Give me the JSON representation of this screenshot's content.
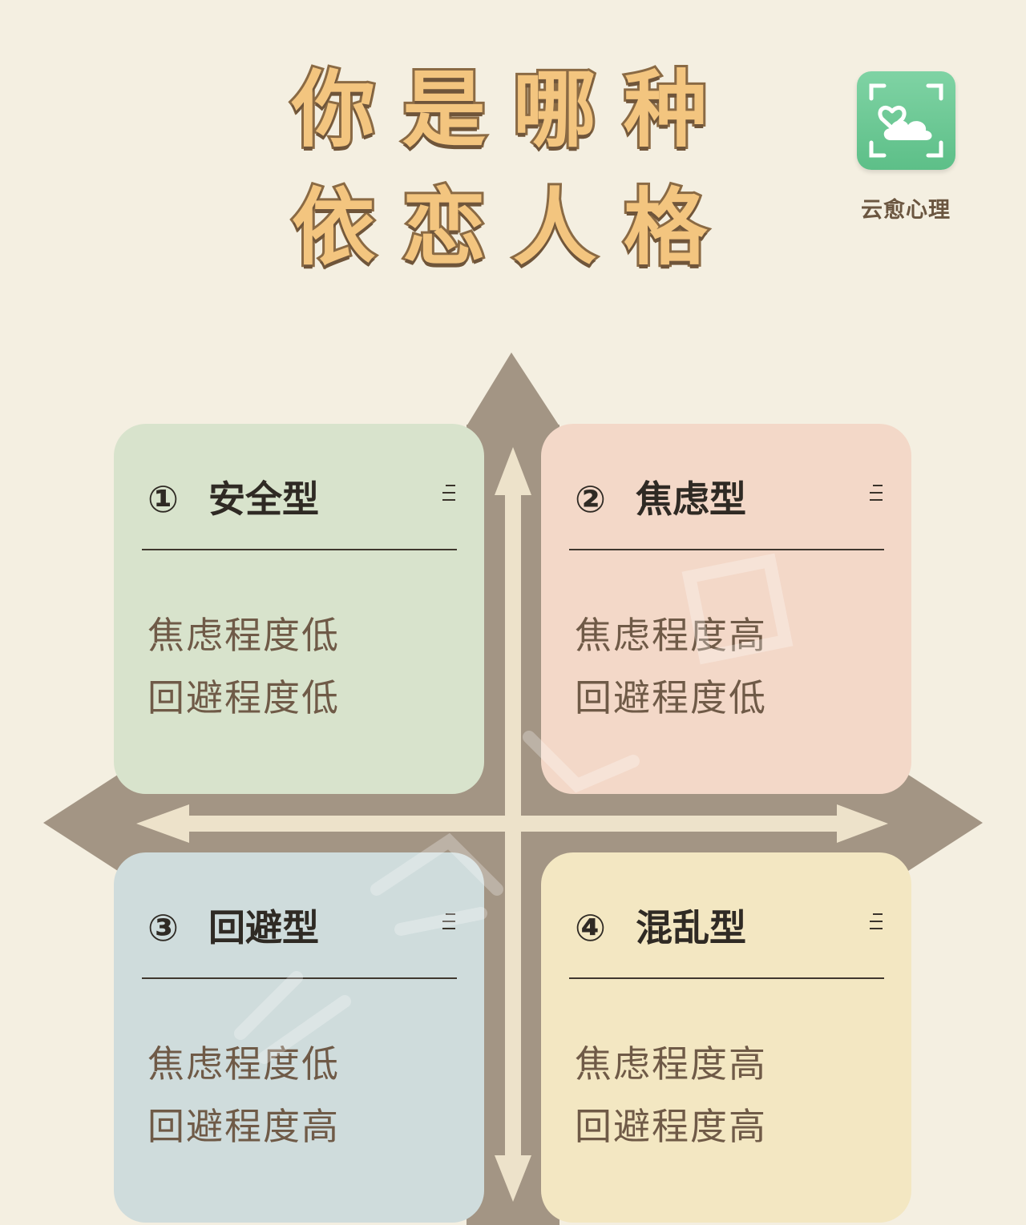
{
  "header": {
    "title_line1": "你是哪种",
    "title_line2": "依恋人格",
    "brand_name": "云愈心理",
    "logo_icon": "heart-cloud-icon"
  },
  "colors": {
    "background": "#f4efe1",
    "axis_outer": "#a39584",
    "axis_inner": "#ede2ca",
    "card_secure": "#d8e3cc",
    "card_anxious": "#f3d8c8",
    "card_avoidant": "#cfdcdc",
    "card_disorganized": "#f3e7c2"
  },
  "quadrants": [
    {
      "number": "①",
      "name": "安全型",
      "line1": "焦虑程度低",
      "line2": "回避程度低"
    },
    {
      "number": "②",
      "name": "焦虑型",
      "line1": "焦虑程度高",
      "line2": "回避程度低"
    },
    {
      "number": "③",
      "name": "回避型",
      "line1": "焦虑程度低",
      "line2": "回避程度高"
    },
    {
      "number": "④",
      "name": "混乱型",
      "line1": "焦虑程度高",
      "line2": "回避程度高"
    }
  ]
}
